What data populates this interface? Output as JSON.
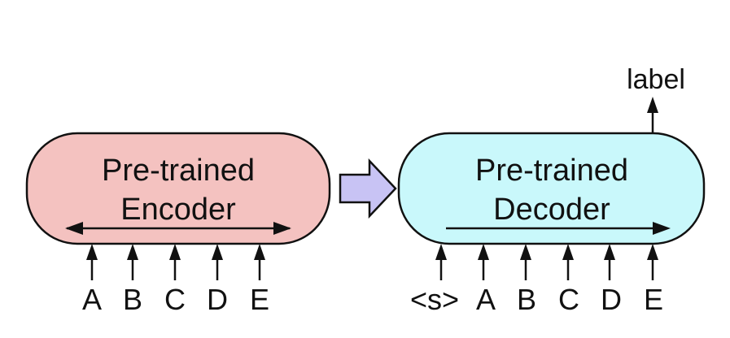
{
  "encoder": {
    "line1": "Pre-trained",
    "line2": "Encoder",
    "fill": "#f4c2c0",
    "inputs": [
      "A",
      "B",
      "C",
      "D",
      "E"
    ]
  },
  "transition_arrow": {
    "fill": "#c8c3f4"
  },
  "decoder": {
    "line1": "Pre-trained",
    "line2": "Decoder",
    "fill": "#c9f8fb",
    "inputs": [
      "<s>",
      "A",
      "B",
      "C",
      "D",
      "E"
    ],
    "output_label": "label"
  }
}
